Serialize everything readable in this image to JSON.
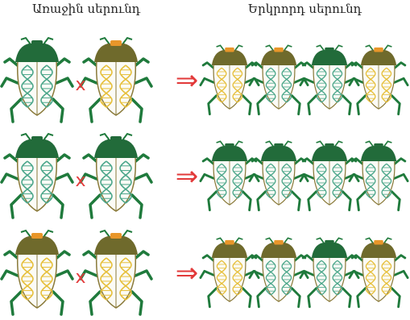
{
  "headers": {
    "first_generation": "Առաջին սերունդ",
    "second_generation": "Երկրորդ սերունդ"
  },
  "symbols": {
    "cross": "x",
    "arrow": "⇒"
  },
  "colors": {
    "green_head": "#226b3a",
    "olive_head": "#6f6a2c",
    "orange_head_spot": "#e8962a",
    "leg": "#1f7a3c",
    "body_fill": "#fbfbf6",
    "dna_teal": "#4aa68a",
    "dna_yellow": "#e6bf3a",
    "symbol_red": "#e23a3a"
  },
  "crosses": [
    {
      "parents": [
        {
          "head": "green",
          "dna": "teal"
        },
        {
          "head": "olive",
          "dna": "yellow"
        }
      ],
      "offspring": [
        {
          "head": "olive",
          "dna": "yellow"
        },
        {
          "head": "olive",
          "dna": "teal"
        },
        {
          "head": "green",
          "dna": "teal"
        },
        {
          "head": "olive",
          "dna": "yellow"
        }
      ]
    },
    {
      "parents": [
        {
          "head": "green",
          "dna": "teal"
        },
        {
          "head": "green",
          "dna": "teal"
        }
      ],
      "offspring": [
        {
          "head": "green",
          "dna": "teal"
        },
        {
          "head": "green",
          "dna": "teal"
        },
        {
          "head": "green",
          "dna": "teal"
        },
        {
          "head": "green",
          "dna": "teal"
        }
      ]
    },
    {
      "parents": [
        {
          "head": "olive",
          "dna": "yellow"
        },
        {
          "head": "olive",
          "dna": "yellow"
        }
      ],
      "offspring": [
        {
          "head": "olive",
          "dna": "yellow"
        },
        {
          "head": "olive",
          "dna": "teal"
        },
        {
          "head": "green",
          "dna": "teal"
        },
        {
          "head": "olive",
          "dna": "yellow"
        }
      ]
    }
  ]
}
